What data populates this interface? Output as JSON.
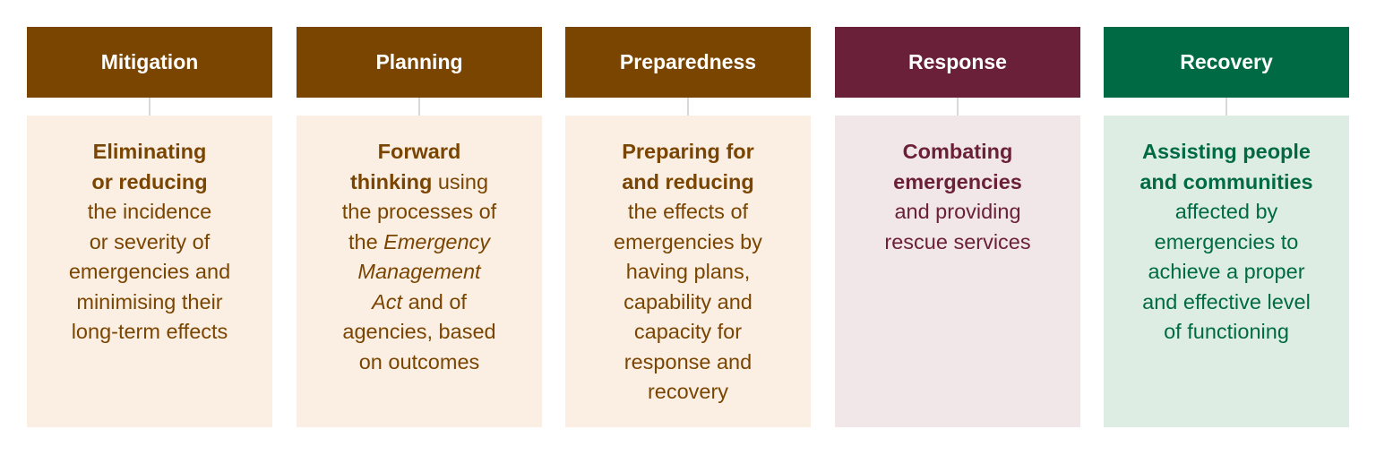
{
  "colors": {
    "brown": "#7a4500",
    "brown_bg": "#fbefe4",
    "maroon": "#6b2039",
    "maroon_bg": "#f1e6e8",
    "green": "#006a45",
    "green_bg": "#deede3"
  },
  "phases": [
    {
      "title": "Mitigation",
      "color": "#7a4500",
      "bg": "#fbefe4",
      "lines": [
        [
          [
            "b",
            "Eliminating"
          ]
        ],
        [
          [
            "b",
            "or reducing"
          ]
        ],
        [
          [
            "n",
            "the incidence"
          ]
        ],
        [
          [
            "n",
            "or severity of"
          ]
        ],
        [
          [
            "n",
            "emergencies and"
          ]
        ],
        [
          [
            "n",
            "minimising their"
          ]
        ],
        [
          [
            "n",
            "long-term effects"
          ]
        ]
      ]
    },
    {
      "title": "Planning",
      "color": "#7a4500",
      "bg": "#fbefe4",
      "lines": [
        [
          [
            "b",
            "Forward"
          ]
        ],
        [
          [
            "b",
            "thinking"
          ],
          [
            "n",
            " using"
          ]
        ],
        [
          [
            "n",
            "the processes of"
          ]
        ],
        [
          [
            "n",
            "the "
          ],
          [
            "i",
            "Emergency"
          ]
        ],
        [
          [
            "i",
            "Management"
          ]
        ],
        [
          [
            "i",
            "Act"
          ],
          [
            "n",
            " and of"
          ]
        ],
        [
          [
            "n",
            "agencies, based"
          ]
        ],
        [
          [
            "n",
            "on outcomes"
          ]
        ]
      ]
    },
    {
      "title": "Preparedness",
      "color": "#7a4500",
      "bg": "#fbefe4",
      "lines": [
        [
          [
            "b",
            "Preparing for"
          ]
        ],
        [
          [
            "b",
            "and reducing"
          ]
        ],
        [
          [
            "n",
            "the effects of"
          ]
        ],
        [
          [
            "n",
            "emergencies by"
          ]
        ],
        [
          [
            "n",
            "having plans,"
          ]
        ],
        [
          [
            "n",
            "capability and"
          ]
        ],
        [
          [
            "n",
            "capacity for"
          ]
        ],
        [
          [
            "n",
            "response and"
          ]
        ],
        [
          [
            "n",
            "recovery"
          ]
        ]
      ]
    },
    {
      "title": "Response",
      "color": "#6b2039",
      "bg": "#f1e6e8",
      "lines": [
        [
          [
            "b",
            "Combating"
          ]
        ],
        [
          [
            "b",
            "emergencies"
          ]
        ],
        [
          [
            "n",
            "and providing"
          ]
        ],
        [
          [
            "n",
            "rescue services"
          ]
        ]
      ]
    },
    {
      "title": "Recovery",
      "color": "#006a45",
      "bg": "#deede3",
      "lines": [
        [
          [
            "b",
            "Assisting people"
          ]
        ],
        [
          [
            "b",
            "and communities"
          ]
        ],
        [
          [
            "n",
            "affected by"
          ]
        ],
        [
          [
            "n",
            "emergencies to"
          ]
        ],
        [
          [
            "n",
            "achieve a proper"
          ]
        ],
        [
          [
            "n",
            "and effective level"
          ]
        ],
        [
          [
            "n",
            "of functioning"
          ]
        ]
      ]
    }
  ]
}
